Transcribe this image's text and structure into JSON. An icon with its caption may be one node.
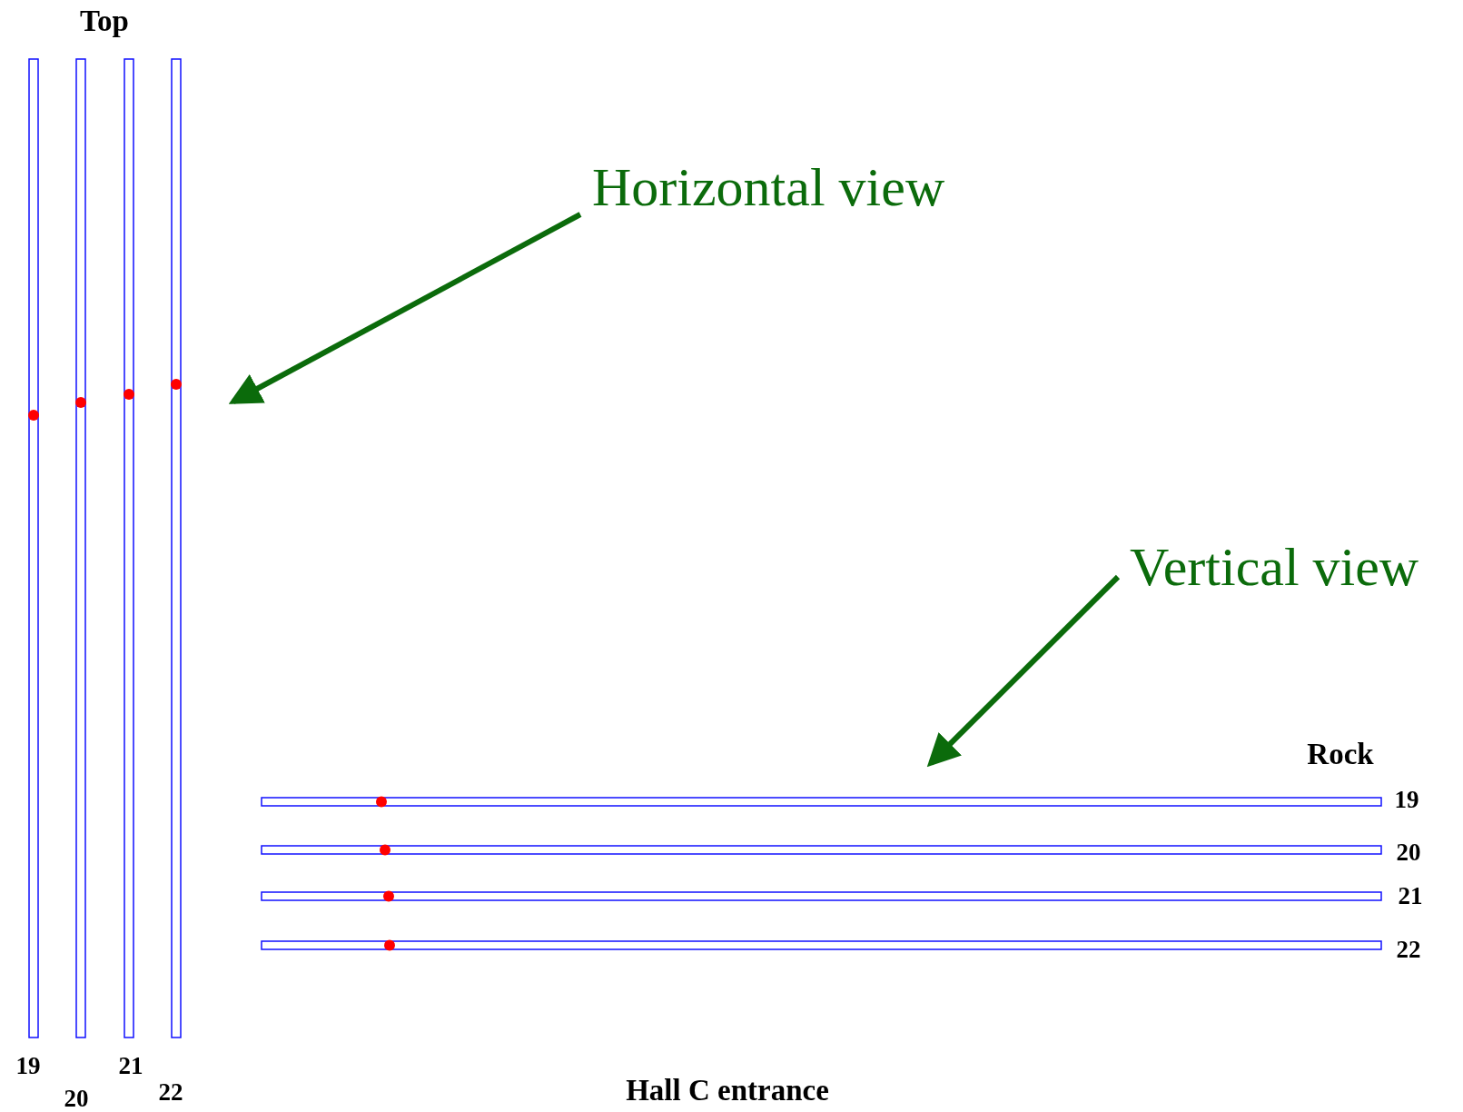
{
  "diagram": {
    "nodes": [
      {
        "text": [
          "Horizontal view"
        ]
      },
      {
        "text": [
          "Vertical view"
        ]
      }
    ],
    "edges": [
      {
        "from": 0,
        "to": null,
        "arrow": "to"
      },
      {
        "from": 1,
        "to": null,
        "arrow": "to"
      }
    ],
    "labels": [
      "Top",
      "Rock",
      "19",
      "20",
      "21",
      "22",
      "19",
      "20",
      "21",
      "22",
      "Hall C entrance"
    ]
  }
}
